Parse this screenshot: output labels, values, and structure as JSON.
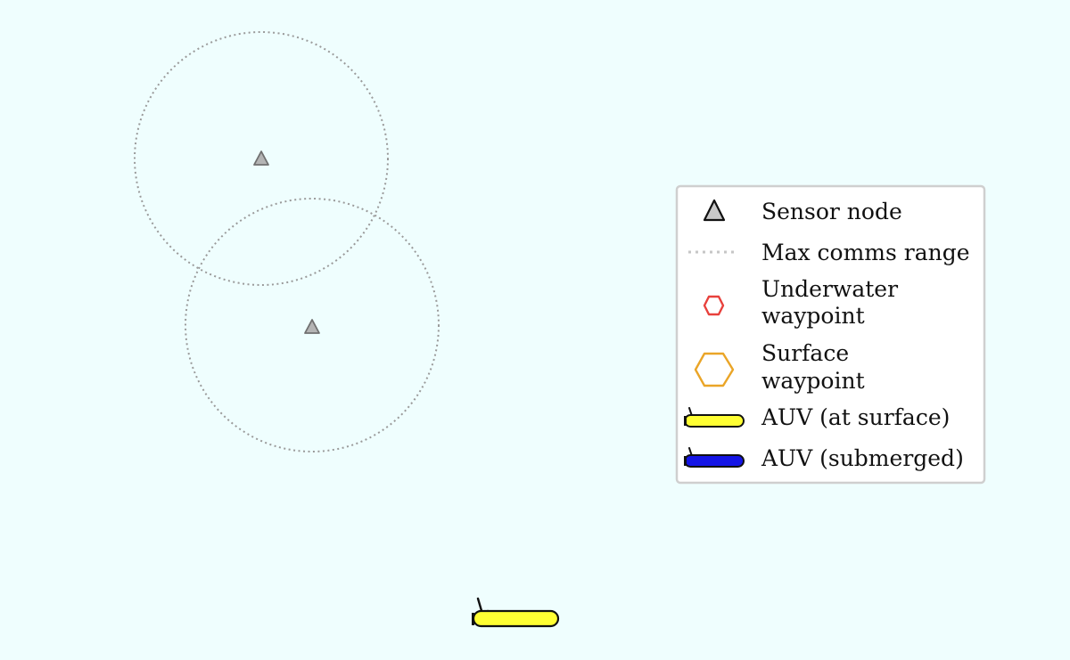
{
  "colors": {
    "background": "#effefe",
    "sensor_fill": "#b4b4b4",
    "sensor_stroke": "#707070",
    "range_circle": "#9a9a9a",
    "underwater_waypoint": "#e8413c",
    "surface_waypoint": "#eaa527",
    "auv_surface": "#ffff33",
    "auv_submerged": "#1515e6",
    "legend_border": "#cfcfcf"
  },
  "scene": {
    "sensor_nodes": [
      {
        "id": "sensor-1"
      },
      {
        "id": "sensor-2"
      }
    ],
    "auv": {
      "state": "at surface",
      "icon": "auv-icon"
    }
  },
  "legend": {
    "placement": "right",
    "items": [
      {
        "key": "sensor",
        "icon": "triangle-icon",
        "lines": [
          "Sensor node"
        ]
      },
      {
        "key": "range",
        "icon": "dotted-line-icon",
        "lines": [
          "Max comms range"
        ]
      },
      {
        "key": "underwater",
        "icon": "hexagon-icon",
        "lines": [
          "Underwater",
          "waypoint"
        ]
      },
      {
        "key": "surface",
        "icon": "hexagon-icon",
        "lines": [
          "Surface",
          "waypoint"
        ]
      },
      {
        "key": "auv-surface",
        "icon": "auv-icon",
        "lines": [
          "AUV (at surface)"
        ]
      },
      {
        "key": "auv-submerged",
        "icon": "auv-icon",
        "lines": [
          "AUV (submerged)"
        ]
      }
    ]
  }
}
